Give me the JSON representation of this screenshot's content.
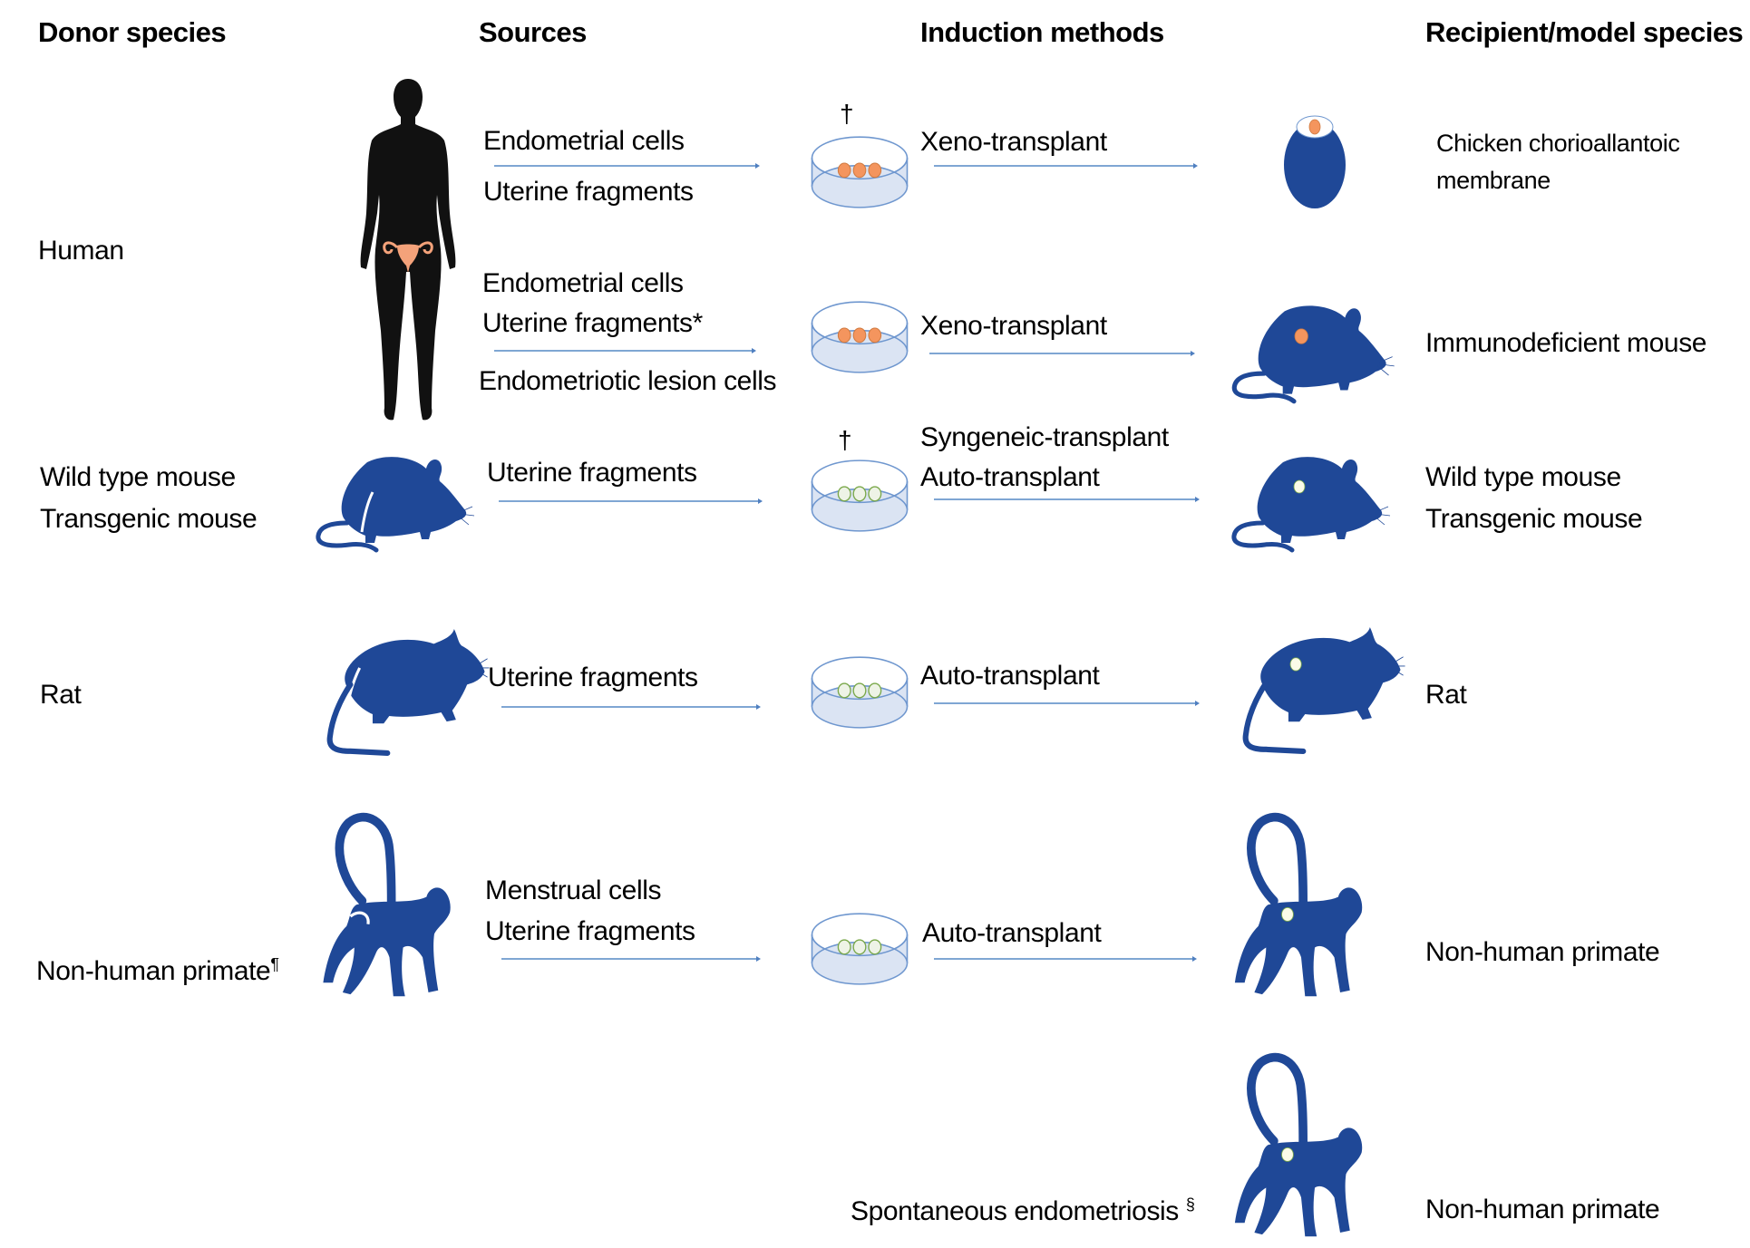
{
  "headers": {
    "donor": "Donor species",
    "sources": "Sources",
    "induction": "Induction methods",
    "recipient": "Recipient/model species"
  },
  "colors": {
    "silhouette_blue": "#1f4897",
    "human_black": "#111111",
    "uterus_orange": "#f4a27a",
    "lesion_orange": "#f4955e",
    "lesion_green_outline": "#7aa84a",
    "dish_fill": "#dbe4f3",
    "dish_stroke": "#6f97cf",
    "arrow": "#7fa6d3"
  },
  "rows": [
    {
      "donor": "Human",
      "sources": [
        "Endometrial cells",
        "Uterine fragments"
      ],
      "dish_mark": "†",
      "dish_cells": "orange",
      "induction": [
        "Xeno-transplant"
      ],
      "recipient_icon": "egg-icon",
      "recipient": [
        "Chicken chorioallantoic",
        "membrane"
      ]
    },
    {
      "donor": "Human",
      "sources": [
        "Endometrial cells",
        "Uterine fragments*",
        "Endometriotic lesion cells"
      ],
      "dish_mark": "",
      "dish_cells": "orange",
      "induction": [
        "Xeno-transplant"
      ],
      "recipient_icon": "mouse-icon",
      "recipient": [
        "Immunodeficient mouse"
      ]
    },
    {
      "donor": [
        "Wild type mouse",
        "Transgenic mouse"
      ],
      "sources": [
        "Uterine fragments"
      ],
      "dish_mark": "†",
      "dish_cells": "green",
      "induction": [
        "Syngeneic-transplant",
        "Auto-transplant"
      ],
      "recipient_icon": "mouse-icon",
      "recipient": [
        "Wild type mouse",
        "Transgenic mouse"
      ]
    },
    {
      "donor": "Rat",
      "sources": [
        "Uterine fragments"
      ],
      "dish_mark": "",
      "dish_cells": "green",
      "induction": [
        "Auto-transplant"
      ],
      "recipient_icon": "rat-icon",
      "recipient": [
        "Rat"
      ]
    },
    {
      "donor": "Non-human primate",
      "donor_mark": "¶",
      "sources": [
        "Menstrual cells",
        "Uterine fragments"
      ],
      "dish_mark": "",
      "dish_cells": "green",
      "induction": [
        "Auto-transplant"
      ],
      "recipient_icon": "monkey-icon",
      "recipient": [
        "Non-human primate"
      ]
    },
    {
      "induction": [
        "Spontaneous endometriosis"
      ],
      "induction_mark": "§",
      "recipient_icon": "monkey-icon",
      "recipient": [
        "Non-human primate"
      ]
    }
  ]
}
